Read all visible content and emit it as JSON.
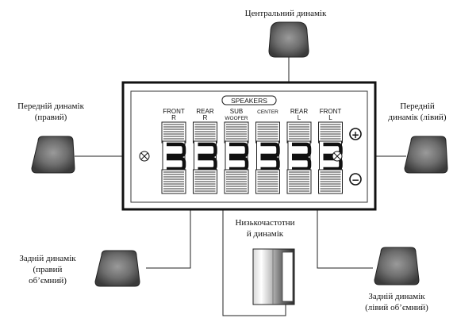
{
  "labels": {
    "center": "Центральний динамік",
    "front_right": [
      "Передній динамік",
      "(правий)"
    ],
    "front_left": [
      "Передній",
      "динамік (лівий)"
    ],
    "rear_right": [
      "Задній динамік",
      "(правий",
      "об’ємний)"
    ],
    "subwoofer": [
      "Низькочастотни",
      "й динамік"
    ],
    "rear_left": [
      "Задній динамік",
      "(лівий об’ємний)"
    ]
  },
  "panel": {
    "header": "SPEAKERS",
    "terminals": [
      {
        "id": "front-r",
        "top": "FRONT",
        "bottom": "R"
      },
      {
        "id": "rear-r",
        "top": "REAR",
        "bottom": "R"
      },
      {
        "id": "sub-woofer",
        "top": "SUB",
        "bottom": "WOOFER"
      },
      {
        "id": "center",
        "top": "CENTER",
        "bottom": ""
      },
      {
        "id": "rear-l",
        "top": "REAR",
        "bottom": "L"
      },
      {
        "id": "front-l",
        "top": "FRONT",
        "bottom": "L"
      }
    ],
    "plus_symbol": "+",
    "minus_symbol": "−"
  }
}
